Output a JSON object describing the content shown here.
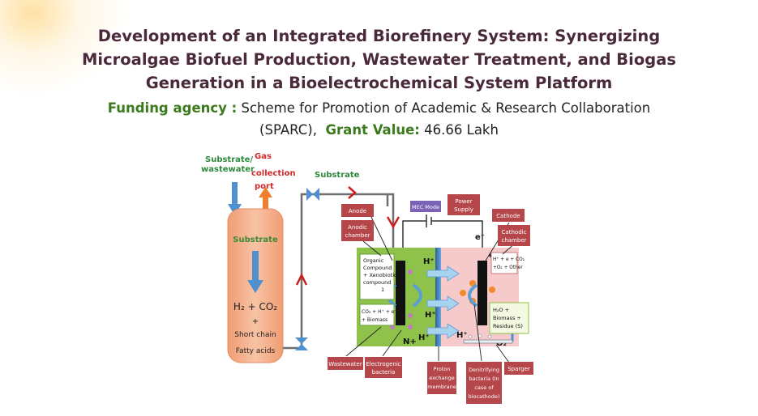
{
  "header": {
    "title_lines": [
      "Development of an Integrated Biorefinery System: Synergizing",
      "Microalgae Biofuel Production, Wastewater Treatment, and Biogas",
      "Generation in a Bioelectrochemical System Platform"
    ],
    "funding_label": "Funding agency :",
    "funding_value": "Scheme for Promotion of Academic & Research Collaboration",
    "funding_value_2": "(SPARC),",
    "grant_label": "Grant Value:",
    "grant_value": "46.66 Lakh"
  },
  "diagram": {
    "inlet_label_1": "Substrate/",
    "inlet_label_2": "wastewater",
    "gas_label_1": "Gas",
    "gas_label_2": "collection",
    "gas_label_3": "port",
    "substrate_top_label": "Substrate",
    "tank_label": "Substrate",
    "tank_product": "H₂ + CO₂",
    "tank_plus": "+",
    "tank_acid_1": "Short chain",
    "tank_acid_2": "Fatty acids",
    "anode": "Anode",
    "anodic_chamber_1": "Anodic",
    "anodic_chamber_2": "chamber",
    "mec_mode": "MEC Mode",
    "power_supply_1": "Power",
    "power_supply_2": "Supply",
    "cathode": "Cathode",
    "cathodic_chamber_1": "Cathodic",
    "cathodic_chamber_2": "chamber",
    "organic_1": "Organic",
    "organic_2": "Compound",
    "organic_3": "+ Xenobiotic",
    "organic_4": "compound",
    "organic_5": "1",
    "anode_products_1": "CO₂ + H⁺ + e⁻",
    "anode_products_2": "+ Biomass",
    "cathode_reaction_1": "H⁺ + e + CO₂",
    "cathode_reaction_2": "+O₂ + Other",
    "cathode_products_1": "H₂O +",
    "cathode_products_2": "Biomass +",
    "cathode_products_3": "Residue (S)",
    "h_plus": "H⁺",
    "e_minus": "e⁻",
    "n_plus": "N+",
    "o2": "O₂",
    "wastewater": "Wastewater",
    "electrogenic_1": "Electrogenic",
    "electrogenic_2": "bacteria",
    "pem_1": "Proton",
    "pem_2": "exchange",
    "pem_3": "membrane",
    "denitrifying_1": "Denitrifying",
    "denitrifying_2": "bacteria (In",
    "denitrifying_3": "case of",
    "denitrifying_4": "biocathode)",
    "sparger": "Sparger"
  },
  "colors": {
    "title": "#4a2a3a",
    "funding_label": "#3b7a1d",
    "label_box": "#b5474a",
    "anode_chamber": "#8fc24a",
    "cathode_chamber": "#f6c9cb",
    "tank": "#f4b38e",
    "membrane": "#3a6fb0",
    "pipe": "#6e6e6e",
    "arrow_blue": "#4f90d0",
    "flow_red": "#d01c1c"
  }
}
